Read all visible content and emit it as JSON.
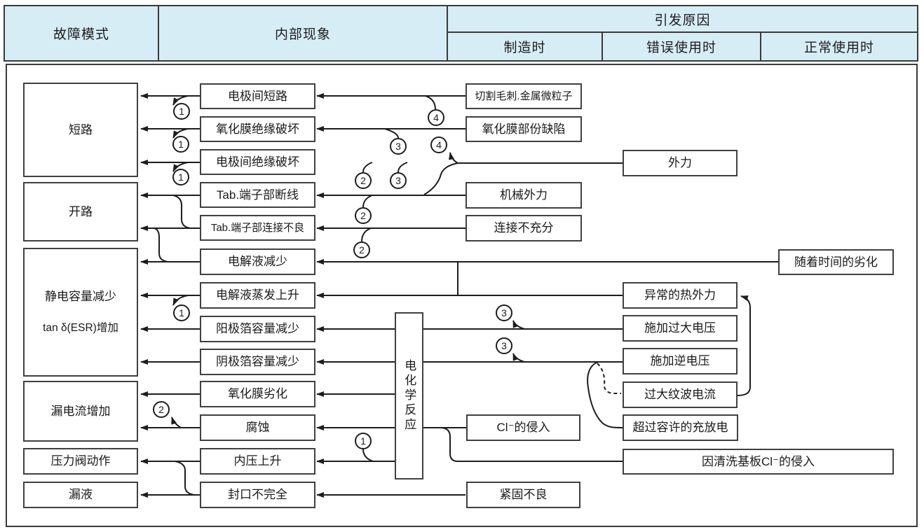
{
  "title_row": {
    "failure_mode": "故障模式",
    "internal_phenomenon": "内部现象",
    "trigger_cause": "引发原因",
    "at_manufacturing": "制造时",
    "at_misuse": "错误使用时",
    "at_normal_use": "正常使用时"
  },
  "failure_modes": {
    "short_circuit": "短路",
    "open_circuit": "开路",
    "capacitance_decrease": "静电容量减少",
    "esr_increase": "tan δ(ESR)增加",
    "leakage_current_increase": "漏电流增加",
    "pressure_valve_action": "压力阀动作",
    "liquid_leakage": "漏液"
  },
  "internal_phenomena": {
    "electrode_short": "电极间短路",
    "oxide_film_insulation_breakdown": "氧化膜绝缘破坏",
    "electrode_insulation_breakdown": "电极间绝缘破坏",
    "tab_terminal_wire_break": "Tab.端子部断线",
    "tab_terminal_poor_connection": "Tab.端子部连接不良",
    "electrolyte_decrease": "电解液减少",
    "electrolyte_evaporation_rise": "电解液蒸发上升",
    "anode_foil_capacity_decrease": "阳极箔容量减少",
    "cathode_foil_capacity_decrease": "阴极箔容量减少",
    "oxide_film_degradation": "氧化膜劣化",
    "corrosion": "腐蚀",
    "internal_pressure_rise": "内压上升",
    "incomplete_sealing": "封口不完全",
    "electrochemical_reaction": "电化学反应"
  },
  "causes": {
    "cutting_burr_metal_particles": "切割毛刺.金属微粒子",
    "oxide_film_partial_defect": "氧化膜部份缺陷",
    "external_force": "外力",
    "mechanical_external_force": "机械外力",
    "insufficient_connection": "连接不充分",
    "degradation_over_time": "随着时间的劣化",
    "abnormal_thermal_force": "异常的热外力",
    "excessive_voltage_applied": "施加过大电压",
    "reverse_voltage_applied": "施加逆电压",
    "excessive_ripple_current": "过大纹波电流",
    "charge_discharge_over_allowance": "超过容许的充放电",
    "cl_ion_intrusion": "Cl⁻的侵入",
    "cl_ion_intrusion_board_cleaning": "因清洗基板Cl⁻的侵入",
    "poor_tightening": "紧固不良"
  },
  "circled_refs": {
    "r1": "1",
    "r2": "2",
    "r3": "3",
    "r4": "4"
  },
  "colors": {
    "header_bg": "#d7edf6",
    "line": "#1d1d1d",
    "box_border": "#404040",
    "box_bg": "#ffffff",
    "text": "#1a1a1a"
  }
}
